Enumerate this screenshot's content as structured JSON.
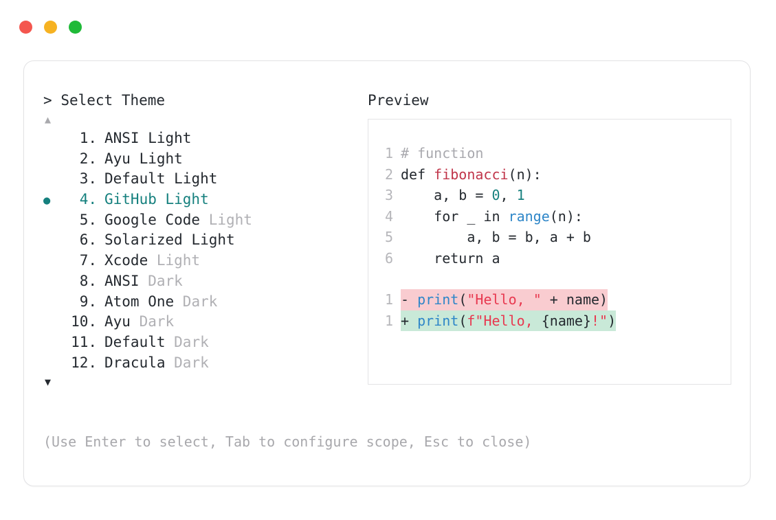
{
  "window": {
    "traffic_lights": [
      {
        "name": "close-dot",
        "color": "#f4564e"
      },
      {
        "name": "minimize-dot",
        "color": "#f6b222"
      },
      {
        "name": "maximize-dot",
        "color": "#1fba38"
      }
    ]
  },
  "prompt": {
    "caret": ">",
    "title": "Select Theme"
  },
  "scroll": {
    "up_arrow": "▲",
    "down_arrow": "▼",
    "up_enabled": false,
    "down_enabled": true
  },
  "list": {
    "selected_index": 4,
    "bullet": "●",
    "accent_color": "#15807e",
    "items": [
      {
        "index": "1.",
        "name": "ANSI",
        "variant": "Light",
        "variant_muted": false,
        "selected": false
      },
      {
        "index": "2.",
        "name": "Ayu",
        "variant": "Light",
        "variant_muted": false,
        "selected": false
      },
      {
        "index": "3.",
        "name": "Default",
        "variant": "Light",
        "variant_muted": false,
        "selected": false
      },
      {
        "index": "4.",
        "name": "GitHub",
        "variant": "Light",
        "variant_muted": false,
        "selected": true
      },
      {
        "index": "5.",
        "name": "Google Code",
        "variant": "Light",
        "variant_muted": true,
        "selected": false
      },
      {
        "index": "6.",
        "name": "Solarized",
        "variant": "Light",
        "variant_muted": false,
        "selected": false
      },
      {
        "index": "7.",
        "name": "Xcode",
        "variant": "Light",
        "variant_muted": true,
        "selected": false
      },
      {
        "index": "8.",
        "name": "ANSI",
        "variant": "Dark",
        "variant_muted": true,
        "selected": false
      },
      {
        "index": "9.",
        "name": "Atom One",
        "variant": "Dark",
        "variant_muted": true,
        "selected": false
      },
      {
        "index": "10.",
        "name": "Ayu",
        "variant": "Dark",
        "variant_muted": true,
        "selected": false
      },
      {
        "index": "11.",
        "name": "Default",
        "variant": "Dark",
        "variant_muted": true,
        "selected": false
      },
      {
        "index": "12.",
        "name": "Dracula",
        "variant": "Dark",
        "variant_muted": true,
        "selected": false
      }
    ]
  },
  "preview": {
    "label": "Preview",
    "code_lines": [
      {
        "ln": "1",
        "tokens": [
          {
            "t": "# function",
            "c": "comment"
          }
        ]
      },
      {
        "ln": "2",
        "tokens": [
          {
            "t": "def ",
            "c": "kw"
          },
          {
            "t": "fibonacci",
            "c": "fn"
          },
          {
            "t": "(n):",
            "c": "punct"
          }
        ]
      },
      {
        "ln": "3",
        "tokens": [
          {
            "t": "    a, b = ",
            "c": "plain"
          },
          {
            "t": "0",
            "c": "num"
          },
          {
            "t": ", ",
            "c": "plain"
          },
          {
            "t": "1",
            "c": "num"
          }
        ]
      },
      {
        "ln": "4",
        "tokens": [
          {
            "t": "    for _ in ",
            "c": "plain"
          },
          {
            "t": "range",
            "c": "builtin"
          },
          {
            "t": "(n):",
            "c": "punct"
          }
        ]
      },
      {
        "ln": "5",
        "tokens": [
          {
            "t": "        a, b = b, a + b",
            "c": "plain"
          }
        ]
      },
      {
        "ln": "6",
        "tokens": [
          {
            "t": "    return a",
            "c": "plain"
          }
        ]
      }
    ],
    "diff_lines": [
      {
        "ln": "1",
        "kind": "removed",
        "sign": "-",
        "bg": "#f9ccd0",
        "tokens": [
          {
            "t": "print",
            "c": "builtin"
          },
          {
            "t": "(",
            "c": "punct"
          },
          {
            "t": "\"Hello, \"",
            "c": "str"
          },
          {
            "t": " + name)",
            "c": "plain"
          }
        ]
      },
      {
        "ln": "1",
        "kind": "added",
        "sign": "+",
        "bg": "#c9e9d8",
        "tokens": [
          {
            "t": "print",
            "c": "builtin"
          },
          {
            "t": "(",
            "c": "punct"
          },
          {
            "t": "f\"Hello, ",
            "c": "str"
          },
          {
            "t": "{name}",
            "c": "plain"
          },
          {
            "t": "!\"",
            "c": "str"
          },
          {
            "t": ")",
            "c": "punct"
          }
        ]
      }
    ]
  },
  "footer": {
    "hint": "(Use Enter to select, Tab to configure scope, Esc to close)"
  }
}
